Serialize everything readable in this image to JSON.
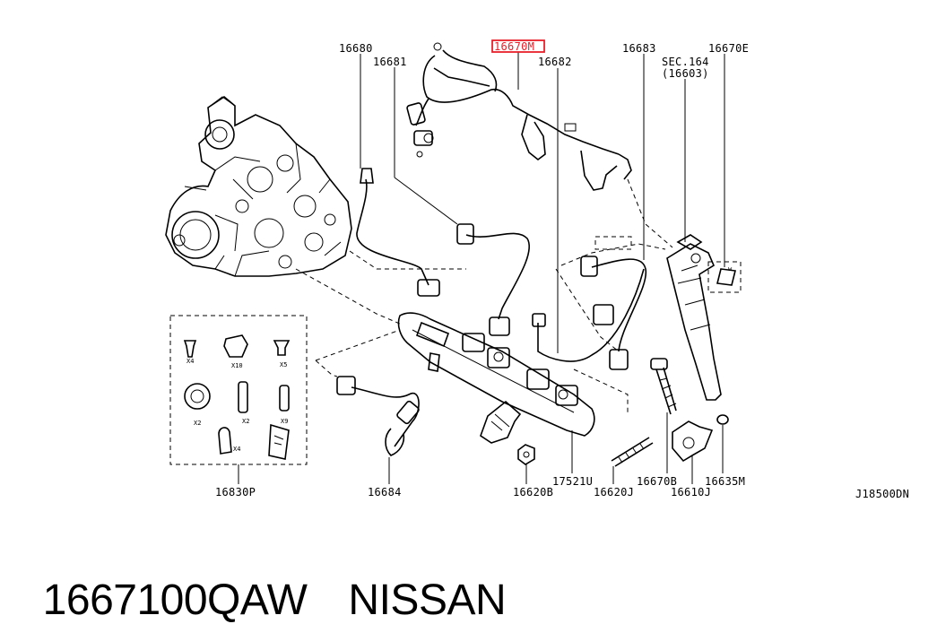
{
  "diagram": {
    "callouts": {
      "c16680": "16680",
      "c16681": "16681",
      "c16670M": "16670M",
      "c16682": "16682",
      "c16683": "16683",
      "c16670E": "16670E",
      "sec_line1": "SEC.164",
      "sec_line2": "(16603)",
      "c16830P": "16830P",
      "c16684": "16684",
      "c16620B": "16620B",
      "c17521U": "17521U",
      "c16620J": "16620J",
      "c16670B": "16670B",
      "c16610J": "16610J",
      "c16635M": "16635M",
      "drawing_code": "J18500DN"
    },
    "highlighted_callout": "16670M",
    "highlight_color": "#e8202a",
    "kit_quantities": {
      "q1": "X4",
      "q2": "X10",
      "q3": "X5",
      "q4": "X2",
      "q5": "X2",
      "q6": "X9",
      "q7": "X4"
    }
  },
  "caption": {
    "part_number": "1667100QAW",
    "brand": "NISSAN"
  }
}
